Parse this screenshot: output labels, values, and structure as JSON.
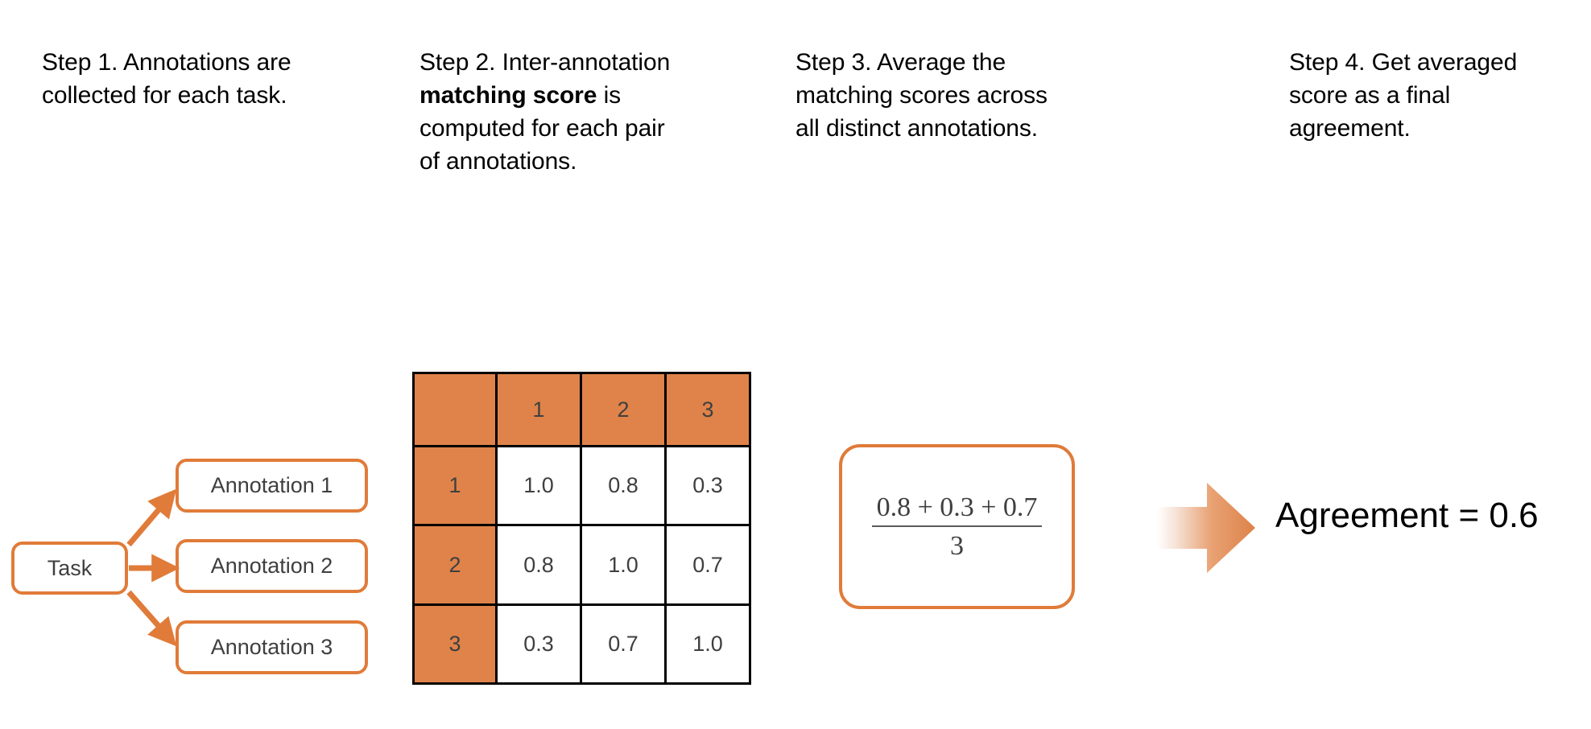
{
  "steps": [
    {
      "id": "step-1",
      "text": "Step 1. Annotations are collected for each task."
    },
    {
      "id": "step-2",
      "prefix": "Step 2. Inter-annotation ",
      "bold": "matching score",
      "suffix": " is computed for each pair of annotations."
    },
    {
      "id": "step-3",
      "text": "Step 3. Average the matching scores across all distinct annotations."
    },
    {
      "id": "step-4",
      "text": "Step 4. Get averaged score as a final agreement."
    }
  ],
  "flow": {
    "task_label": "Task",
    "annotations": [
      {
        "label": "Annotation 1"
      },
      {
        "label": "Annotation 2"
      },
      {
        "label": "Annotation 3"
      }
    ]
  },
  "matrix": {
    "corner_label": "",
    "column_headers": [
      "1",
      "2",
      "3"
    ],
    "row_headers": [
      "1",
      "2",
      "3"
    ],
    "rows": [
      [
        "1.0",
        "0.8",
        "0.3"
      ],
      [
        "0.8",
        "1.0",
        "0.7"
      ],
      [
        "0.3",
        "0.7",
        "1.0"
      ]
    ]
  },
  "formula": {
    "numerator": "0.8 + 0.3 + 0.7",
    "denominator": "3"
  },
  "result": {
    "text": "Agreement = 0.6"
  },
  "colors": {
    "accent_orange": "#E07B39",
    "table_fill_orange": "#DF834A",
    "text_gray": "#3f3f3f",
    "text_black": "#000000",
    "grid_line": "#000000"
  }
}
